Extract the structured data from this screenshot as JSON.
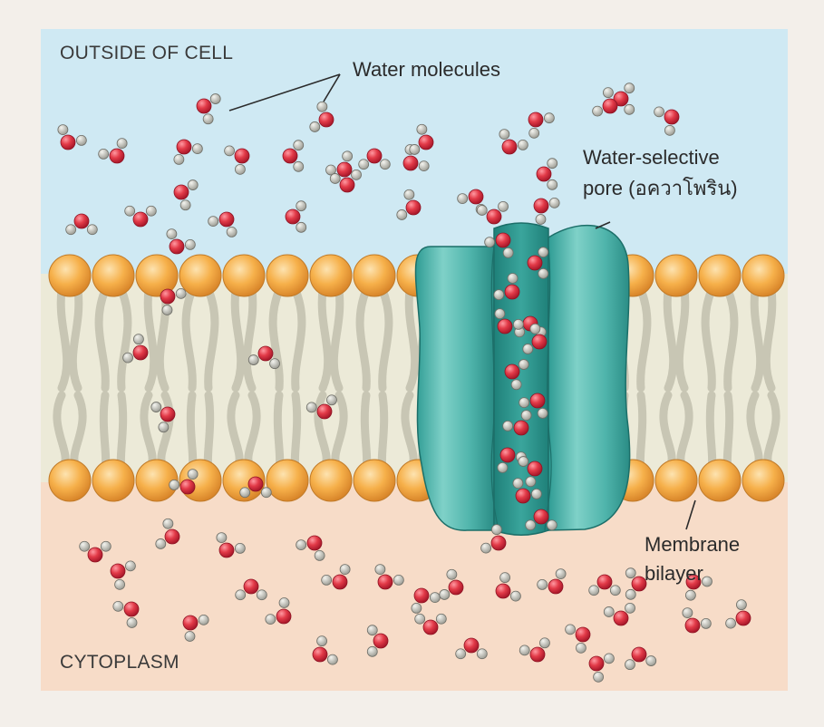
{
  "labels": {
    "outside": "OUTSIDE OF CELL",
    "cytoplasm": "CYTOPLASM",
    "water_molecules": "Water molecules",
    "pore_line1": "Water-selective",
    "pore_line2": "pore (อควาโพริน)",
    "membrane_line1": "Membrane",
    "membrane_line2": "bilayer"
  },
  "colors": {
    "outside_bg": "#cfe9f3",
    "cytoplasm_bg": "#f7dcc8",
    "lipid_head": "#f6b04a",
    "lipid_tail": "#c8c6b4",
    "protein": "#57b9b0",
    "oxygen": "#e23a48",
    "hydrogen": "#c9c9c2"
  }
}
